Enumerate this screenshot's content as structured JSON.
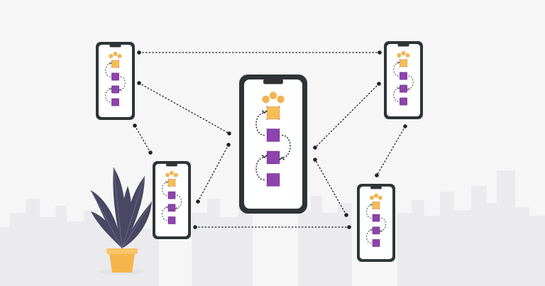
{
  "colors": {
    "background": "#f6f6f7",
    "skyline": "#ebebed",
    "phone_frame": "#2e3436",
    "phone_screen": "#ffffff",
    "phone_notch": "#2e3436",
    "block_top": "#f5be57",
    "block_top_border": "#e6a23c",
    "coin": "#f3b34f",
    "block_purple": "#8e44ad",
    "block_purple_border": "#6d2f8a",
    "handle": "#b57ad3",
    "arrow": "#2e3436",
    "connector": "#1f2326",
    "plant_leaf": "#4a4763",
    "plant_leaf_vein": "#6a6784",
    "pot": "#f5b54a",
    "pot_rim": "#f7c46a",
    "pot_shadow": "#e3e3e6"
  },
  "diagram": {
    "nodes": [
      {
        "id": "phone-center",
        "icon": "smartphone-icon",
        "role": "central-device"
      },
      {
        "id": "phone-top-left",
        "icon": "smartphone-icon",
        "role": "peer-device"
      },
      {
        "id": "phone-top-right",
        "icon": "smartphone-icon",
        "role": "peer-device"
      },
      {
        "id": "phone-bottom-left",
        "icon": "smartphone-icon",
        "role": "peer-device"
      },
      {
        "id": "phone-bottom-right",
        "icon": "smartphone-icon",
        "role": "peer-device"
      }
    ],
    "screen_content": {
      "top_block": "coin-block-icon",
      "stack_blocks": 3,
      "stack_icon": "purple-block-icon",
      "loop_arrows": "curved-arrow-icon"
    },
    "edges": [
      {
        "from": "phone-top-left",
        "to": "phone-top-right"
      },
      {
        "from": "phone-top-left",
        "to": "phone-center"
      },
      {
        "from": "phone-top-left",
        "to": "phone-bottom-left"
      },
      {
        "from": "phone-top-right",
        "to": "phone-center"
      },
      {
        "from": "phone-top-right",
        "to": "phone-bottom-right"
      },
      {
        "from": "phone-bottom-left",
        "to": "phone-center"
      },
      {
        "from": "phone-bottom-left",
        "to": "phone-bottom-right"
      },
      {
        "from": "phone-bottom-right",
        "to": "phone-center"
      }
    ],
    "decorations": [
      "potted-plant-icon",
      "city-skyline-icon"
    ]
  }
}
